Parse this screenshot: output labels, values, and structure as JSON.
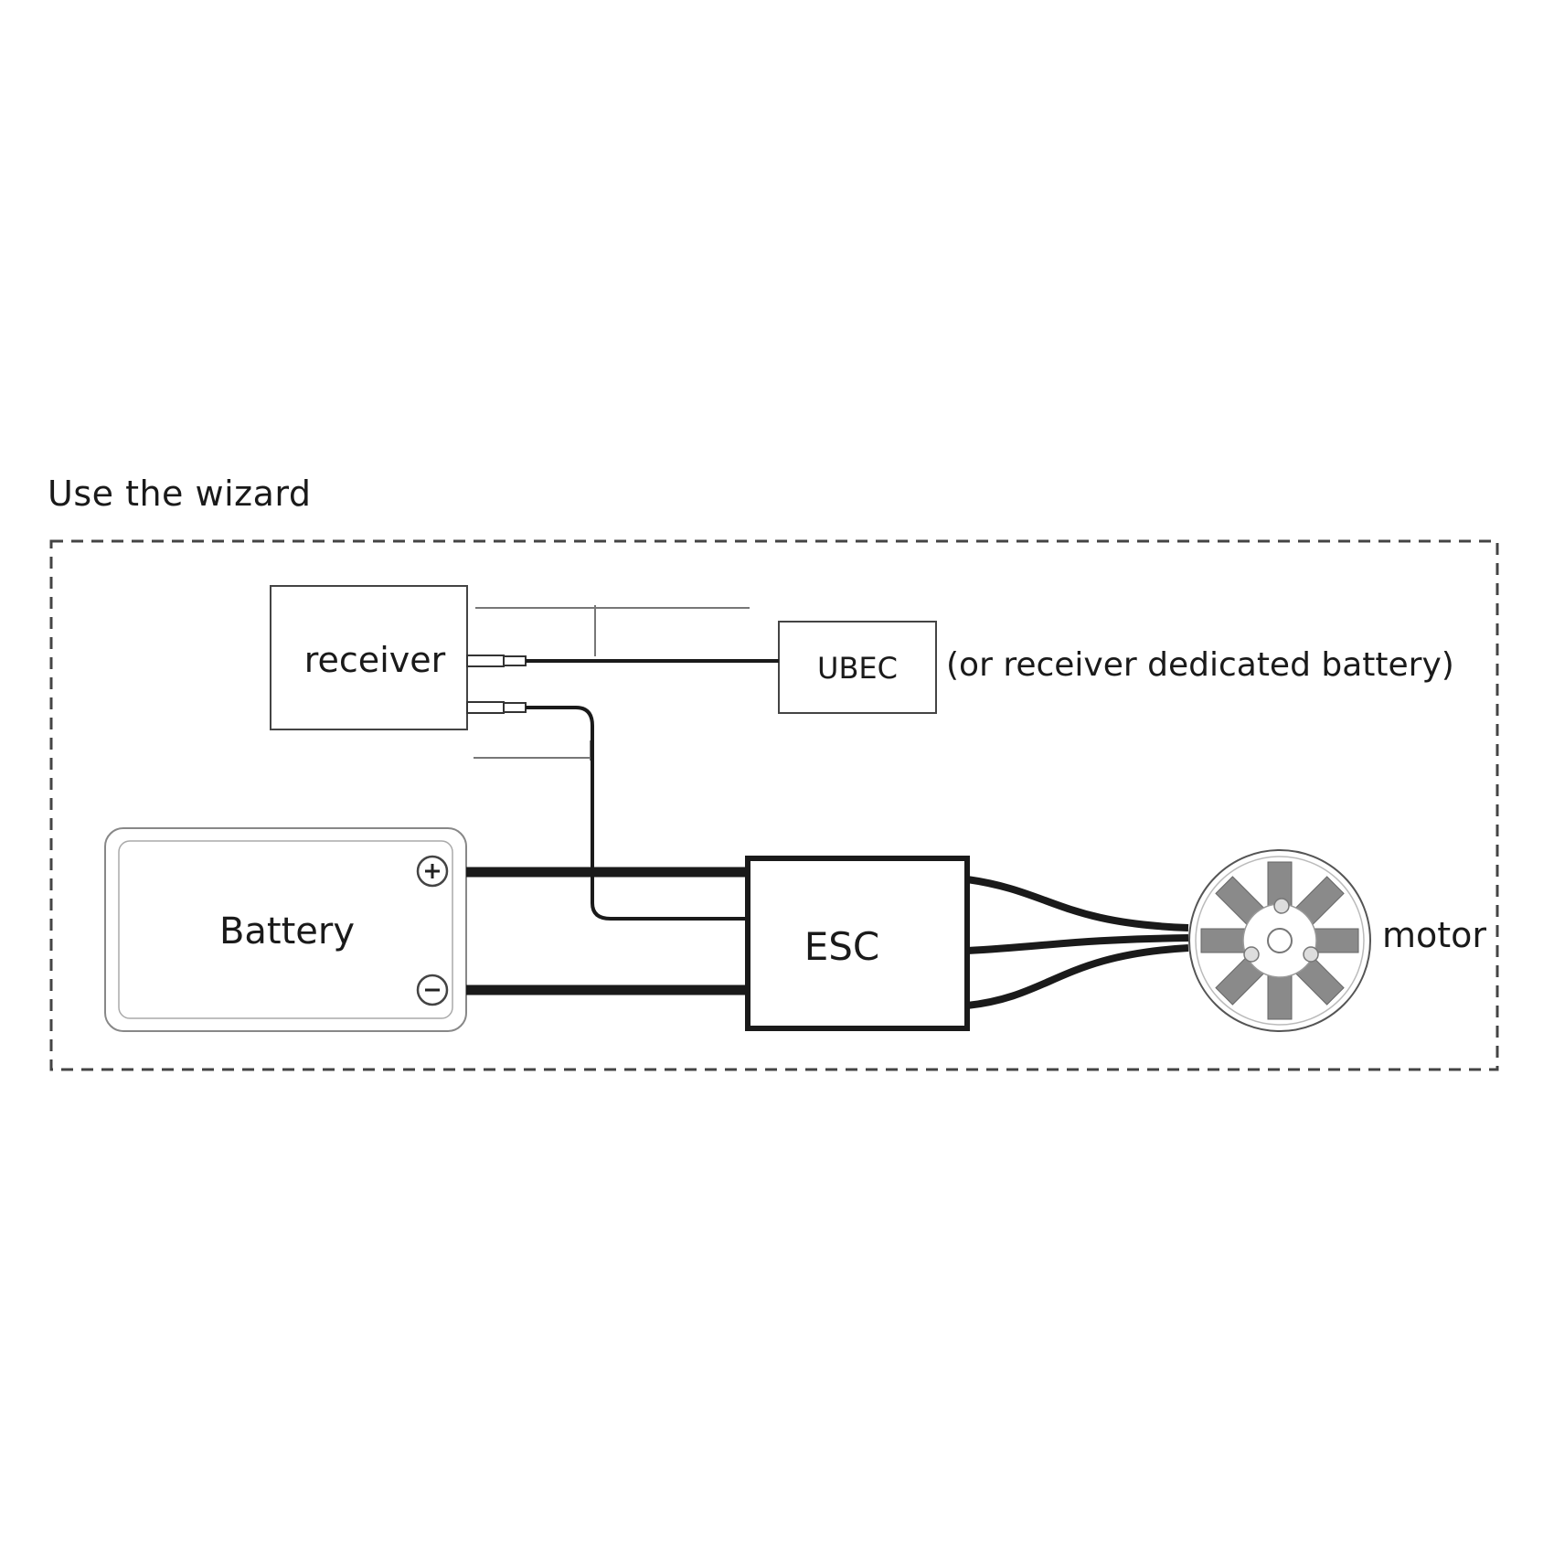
{
  "title": "Use the wizard",
  "labels": {
    "receiver": "receiver",
    "ubec": "UBEC",
    "ubec_note": "(or receiver dedicated battery)",
    "battery": "Battery",
    "esc": "ESC",
    "motor": "motor",
    "positive": "+",
    "negative": "−"
  },
  "colors": {
    "line": "#1a1a1a",
    "box_stroke": "#333333",
    "battery_stroke": "#888888",
    "dashed_border": "#444444",
    "motor_coil": "#8a8a8a"
  }
}
